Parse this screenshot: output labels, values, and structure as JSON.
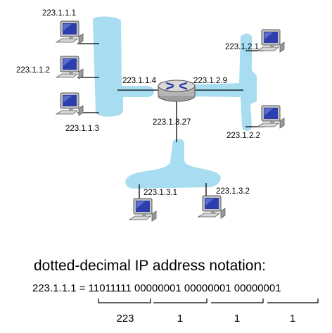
{
  "hosts": [
    {
      "name": "host-223-1-1-1",
      "label": "223.1.1.1"
    },
    {
      "name": "host-223-1-1-2",
      "label": "223.1.1.2"
    },
    {
      "name": "host-223-1-1-3",
      "label": "223.1.1.3"
    },
    {
      "name": "host-223-1-2-1",
      "label": "223.1.2.1"
    },
    {
      "name": "host-223-1-2-2",
      "label": "223.1.2.2"
    },
    {
      "name": "host-223-1-3-1",
      "label": "223.1.3.1"
    },
    {
      "name": "host-223-1-3-2",
      "label": "223.1.3.2"
    }
  ],
  "router": {
    "interfaces": [
      {
        "label": "223.1.1.4"
      },
      {
        "label": "223.1.2.9"
      },
      {
        "label": "223.1.3.27"
      }
    ]
  },
  "notation": {
    "title": "dotted-decimal IP address notation:",
    "address_line": "223.1.1.1 = 11011111 00000001 00000001 00000001",
    "octet_values": [
      "223",
      "1",
      "1",
      "1"
    ]
  },
  "colors": {
    "network": "#a8dcf0",
    "router_body": "#c8c8c8",
    "router_arrows": "#1a2fa0",
    "screen": "#2d3fae"
  }
}
